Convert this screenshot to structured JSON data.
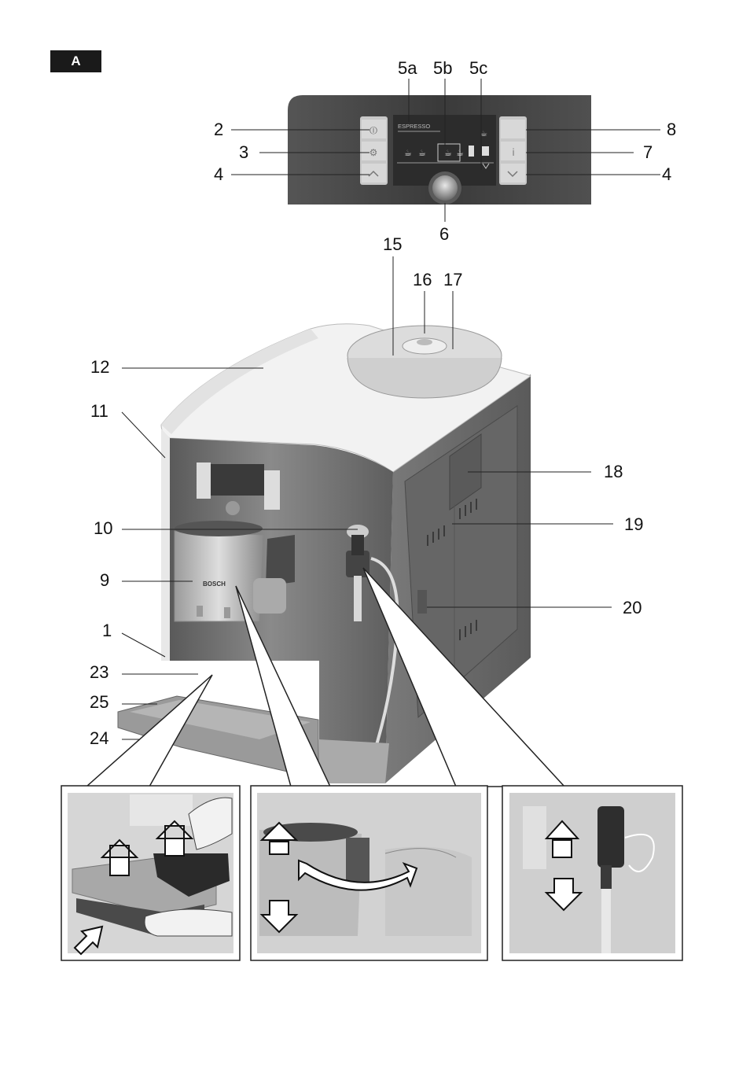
{
  "section_tag": "A",
  "panel_display_text": "ESPRESSO",
  "brand": "BOSCH",
  "labels": {
    "l5a": "5a",
    "l5b": "5b",
    "l5c": "5c",
    "l2": "2",
    "l3": "3",
    "l4_left": "4",
    "l8": "8",
    "l7": "7",
    "l4_right": "4",
    "l6": "6",
    "l15": "15",
    "l16": "16",
    "l17": "17",
    "l12": "12",
    "l11": "11",
    "l18": "18",
    "l19": "19",
    "l10": "10",
    "l9": "9",
    "l20": "20",
    "l1": "1",
    "l23": "23",
    "l25": "25",
    "l24": "24"
  },
  "colors": {
    "panel_dark": "#3c3c3c",
    "machine_body": "#6e6e6e",
    "machine_top": "#f2f2f2",
    "chrome": "#b9b9b9",
    "leader_line": "#222222"
  },
  "icons": [
    "up-arrow-icon",
    "down-arrow-icon",
    "rotate-arrow-icon",
    "diagonal-arrow-icon"
  ]
}
